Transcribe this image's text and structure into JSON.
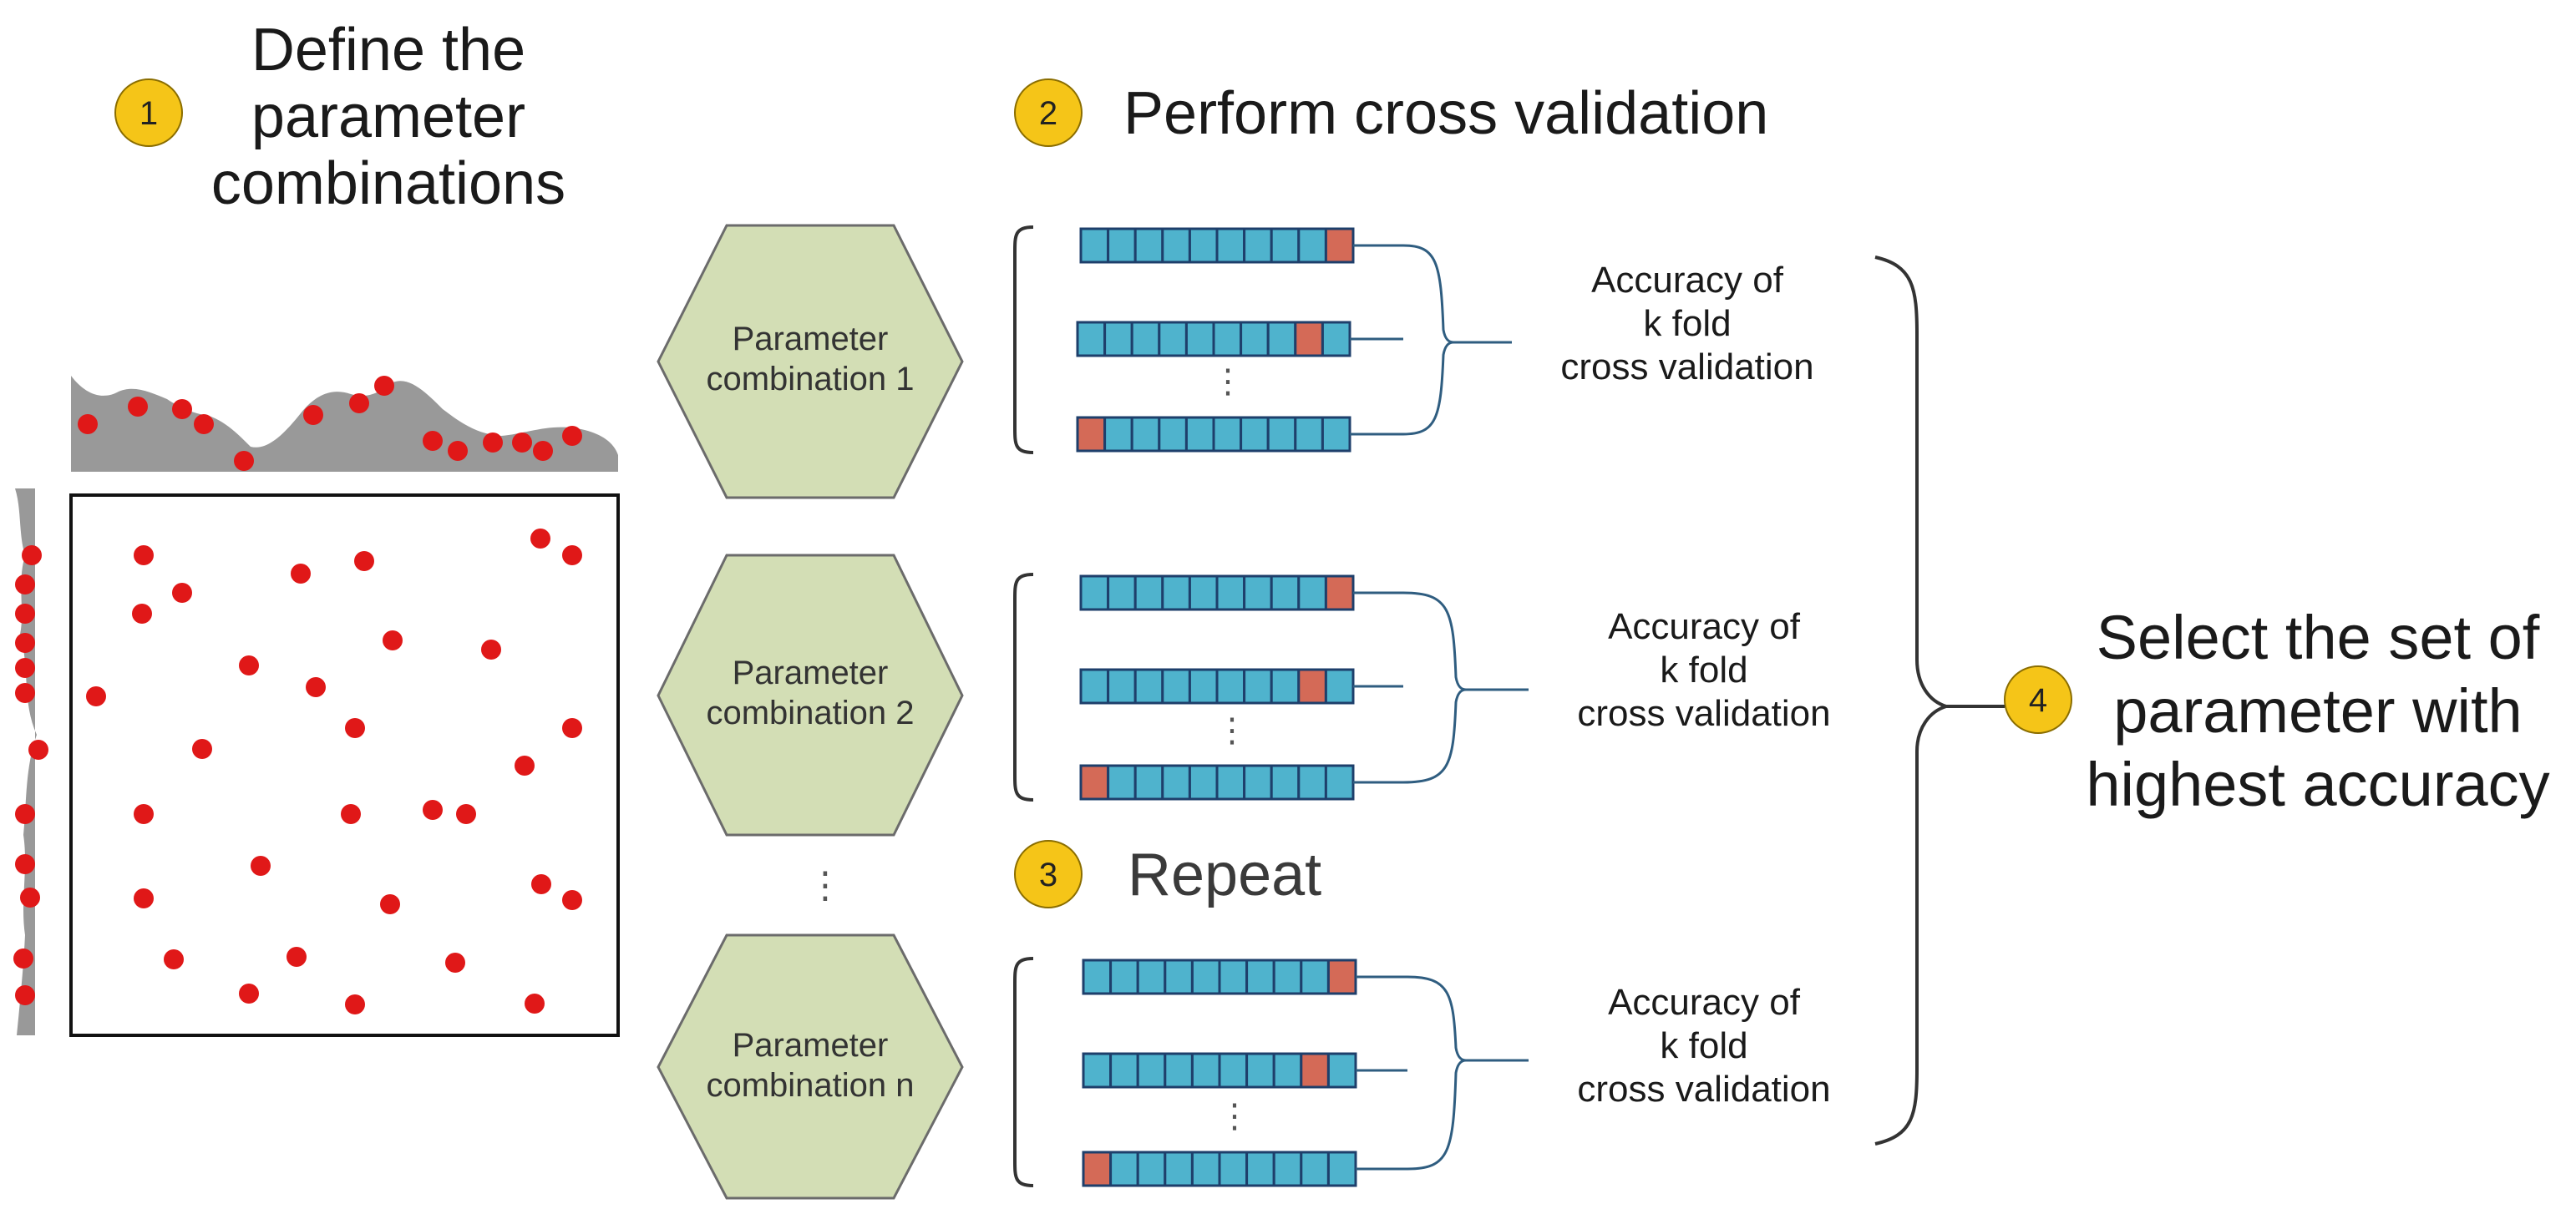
{
  "steps": {
    "step1": {
      "number": "1",
      "title_line1": "Define the",
      "title_line2": "parameter",
      "title_line3": "combinations"
    },
    "step2": {
      "number": "2",
      "title": "Perform cross validation"
    },
    "step3": {
      "number": "3",
      "title": "Repeat"
    },
    "step4": {
      "number": "4",
      "title_line1": "Select the set of",
      "title_line2": "parameter with",
      "title_line3": "highest accuracy"
    }
  },
  "combinations": [
    {
      "label_line1": "Parameter",
      "label_line2": "combination 1",
      "accuracy_line1": "Accuracy of",
      "accuracy_line2": "k fold",
      "accuracy_line3": "cross validation"
    },
    {
      "label_line1": "Parameter",
      "label_line2": "combination 2",
      "accuracy_line1": "Accuracy of",
      "accuracy_line2": "k fold",
      "accuracy_line3": "cross validation"
    },
    {
      "label_line1": "Parameter",
      "label_line2": "combination n",
      "accuracy_line1": "Accuracy of",
      "accuracy_line2": "k fold",
      "accuracy_line3": "cross validation"
    }
  ],
  "folds_per_row": 10,
  "validation_fold_positions": [
    9,
    8,
    0
  ],
  "ellipsis": "⋮",
  "colors": {
    "badge": "#f5c518",
    "hexagon": "#d3deb5",
    "hexagon_border": "#6b6b6b",
    "fold_train": "#4fb3cd",
    "fold_validation": "#d46a57",
    "fold_border": "#1e3f6b",
    "bracket_line": "#2f5d80",
    "sample_point": "#e01818",
    "density": "#999999"
  }
}
